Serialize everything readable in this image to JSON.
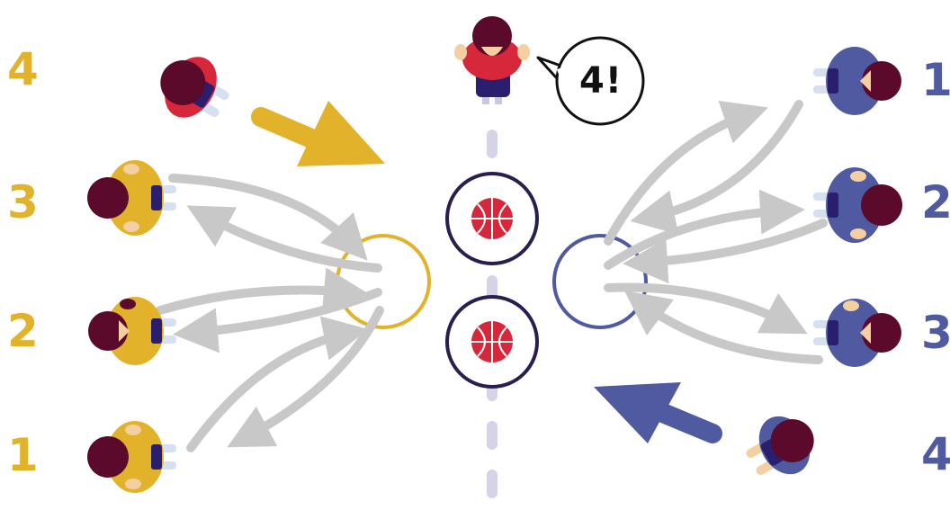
{
  "colors": {
    "team_left": "#e2b22a",
    "team_right": "#4f5aa0",
    "referee": "#d6283a",
    "hair": "#5c0a2c",
    "skin": "#f3cfa2",
    "arrow_gray": "#c8c8c8",
    "ball": "#d6283a",
    "court_line": "#d5d3e8",
    "ring": "#2a1e4e"
  },
  "left_team": {
    "numbers": [
      "4",
      "3",
      "2",
      "1"
    ]
  },
  "right_team": {
    "numbers": [
      "1",
      "2",
      "3",
      "4"
    ]
  },
  "referee": {
    "call": "4!"
  },
  "balls": [
    "basketball-icon",
    "basketball-icon"
  ]
}
